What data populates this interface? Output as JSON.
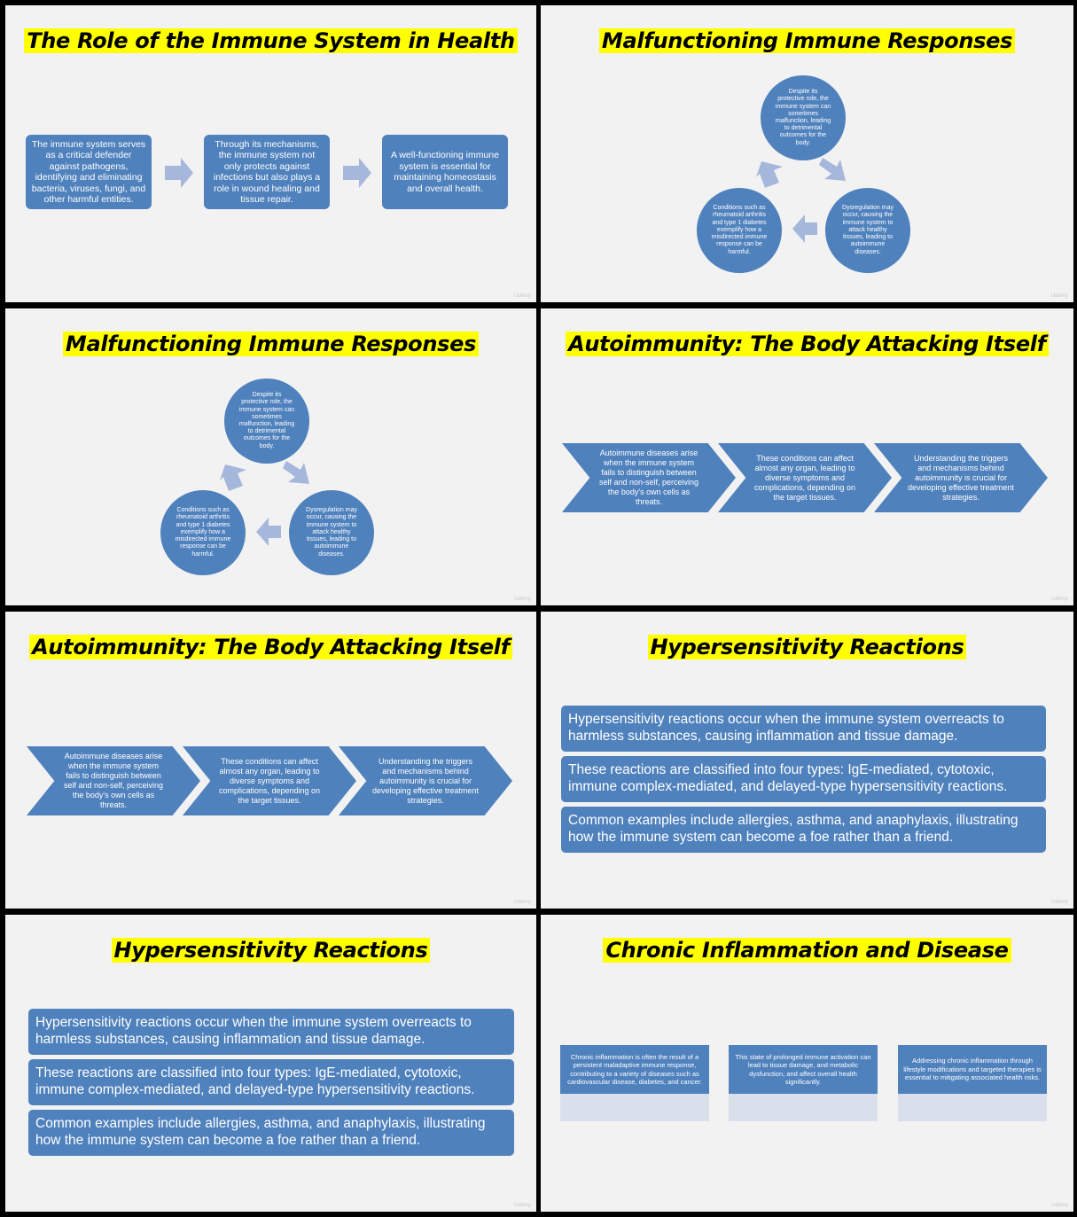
{
  "slides": [
    {
      "title": "The Role of the Immune System in Health",
      "boxes": [
        "The immune system serves as a critical defender against pathogens, identifying and eliminating bacteria, viruses, fungi, and other harmful entities.",
        "Through its mechanisms, the immune system not only protects against infections but also plays a role in wound healing and tissue repair.",
        "A well-functioning immune system is essential for maintaining homeostasis and overall health."
      ]
    },
    {
      "title": "Malfunctioning Immune Responses",
      "cycle": [
        "Despite its protective role, the immune system can sometimes malfunction, leading to detrimental outcomes for the body.",
        "Dysregulation may occur, causing the immune system to attack healthy tissues, leading to autoimmune diseases.",
        "Conditions such as rheumatoid arthritis and type 1 diabetes exemplify how a misdirected immune response can be harmful."
      ]
    },
    {
      "title": "Autoimmunity: The Body Attacking Itself",
      "chevrons": [
        "Autoimmune diseases arise when the immune system fails to distinguish between self and non-self, perceiving the body's own cells as threats.",
        "These conditions can affect almost any organ, leading to diverse symptoms and complications, depending on the target tissues.",
        "Understanding the triggers and mechanisms behind autoimmunity is crucial for developing effective treatment strategies."
      ]
    },
    {
      "title": "Hypersensitivity Reactions",
      "items": [
        "Hypersensitivity reactions occur when the immune system overreacts to harmless substances, causing inflammation and tissue damage.",
        "These reactions are classified into four types: IgE-mediated, cytotoxic, immune complex-mediated, and delayed-type hypersensitivity reactions.",
        "Common examples include allergies, asthma, and anaphylaxis, illustrating how the immune system can become a foe rather than a friend."
      ]
    },
    {
      "title": "Chronic Inflammation and Disease",
      "boxes": [
        "Chronic inflammation is often the result of a persistent maladaptive immune response, contributing to a variety of diseases such as cardiovascular disease, diabetes, and cancer.",
        "This state of prolonged immune activation can lead to tissue damage, and metabolic dysfunction, and affect overall health significantly.",
        "Addressing chronic inflammation through lifestyle modifications and targeted therapies is essential to mitigating associated health risks."
      ]
    }
  ],
  "watermark": "Udemy",
  "colors": {
    "box": "#4f81bd",
    "arrow": "#a6b7dc",
    "highlight": "#ffff00",
    "slide_bg": "#f2f2f2"
  }
}
